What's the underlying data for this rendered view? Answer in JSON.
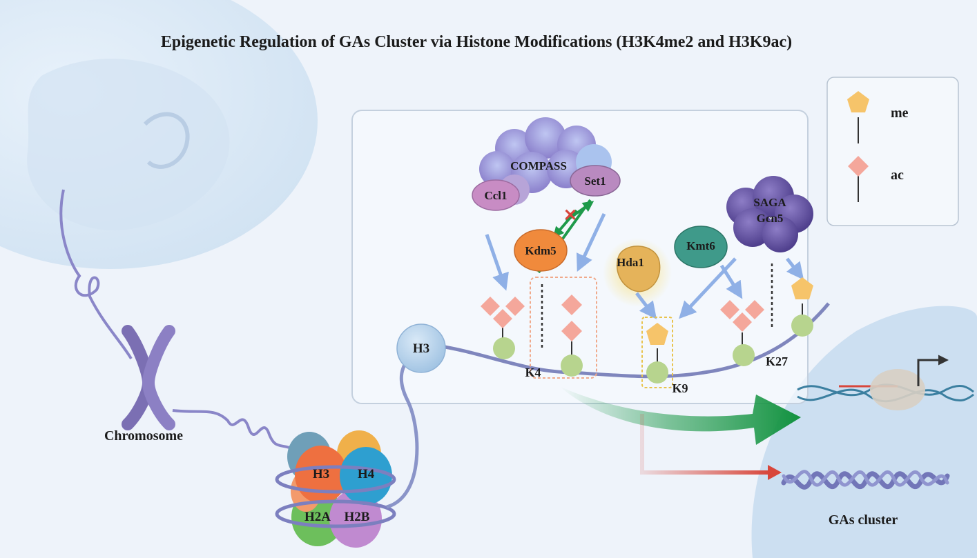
{
  "title": "Epigenetic Regulation of GAs Cluster via Histone Modifications (H3K4me2 and H3K9ac)",
  "legend": {
    "me": "me",
    "ac": "ac"
  },
  "labels": {
    "chromosome": "Chromosome",
    "h3_tail": "H3",
    "compass": "COMPASS",
    "ccl1": "Ccl1",
    "set1": "Set1",
    "kdm5": "Kdm5",
    "hda1": "Hda1",
    "kmt6": "Kmt6",
    "saga": "SAGA",
    "gcn5": "Gcn5",
    "k4": "K4",
    "k9": "K9",
    "k27": "K27",
    "gas_cluster": "GAs cluster"
  },
  "nucleosome": {
    "h3": "H3",
    "h4": "H4",
    "h2a": "H2A",
    "h2b": "H2B"
  },
  "colors": {
    "background": "#eef3fa",
    "methyl_mark": "#f6c46a",
    "acetyl_mark": "#f4a79b",
    "residue": "#b7d48e",
    "activation_arrow": "#1e9a4a",
    "repression_arrow": "#d8463b",
    "h3": "#ee7040",
    "h4": "#2e9fd0",
    "h2a": "#6dbf5c",
    "h2b": "#c08ad0",
    "compass": "#8c86d0",
    "saga": "#5e4c9c",
    "kdm5": "#f08a3c",
    "hda1": "#e5b35a",
    "kmt6": "#3f9a8a"
  }
}
